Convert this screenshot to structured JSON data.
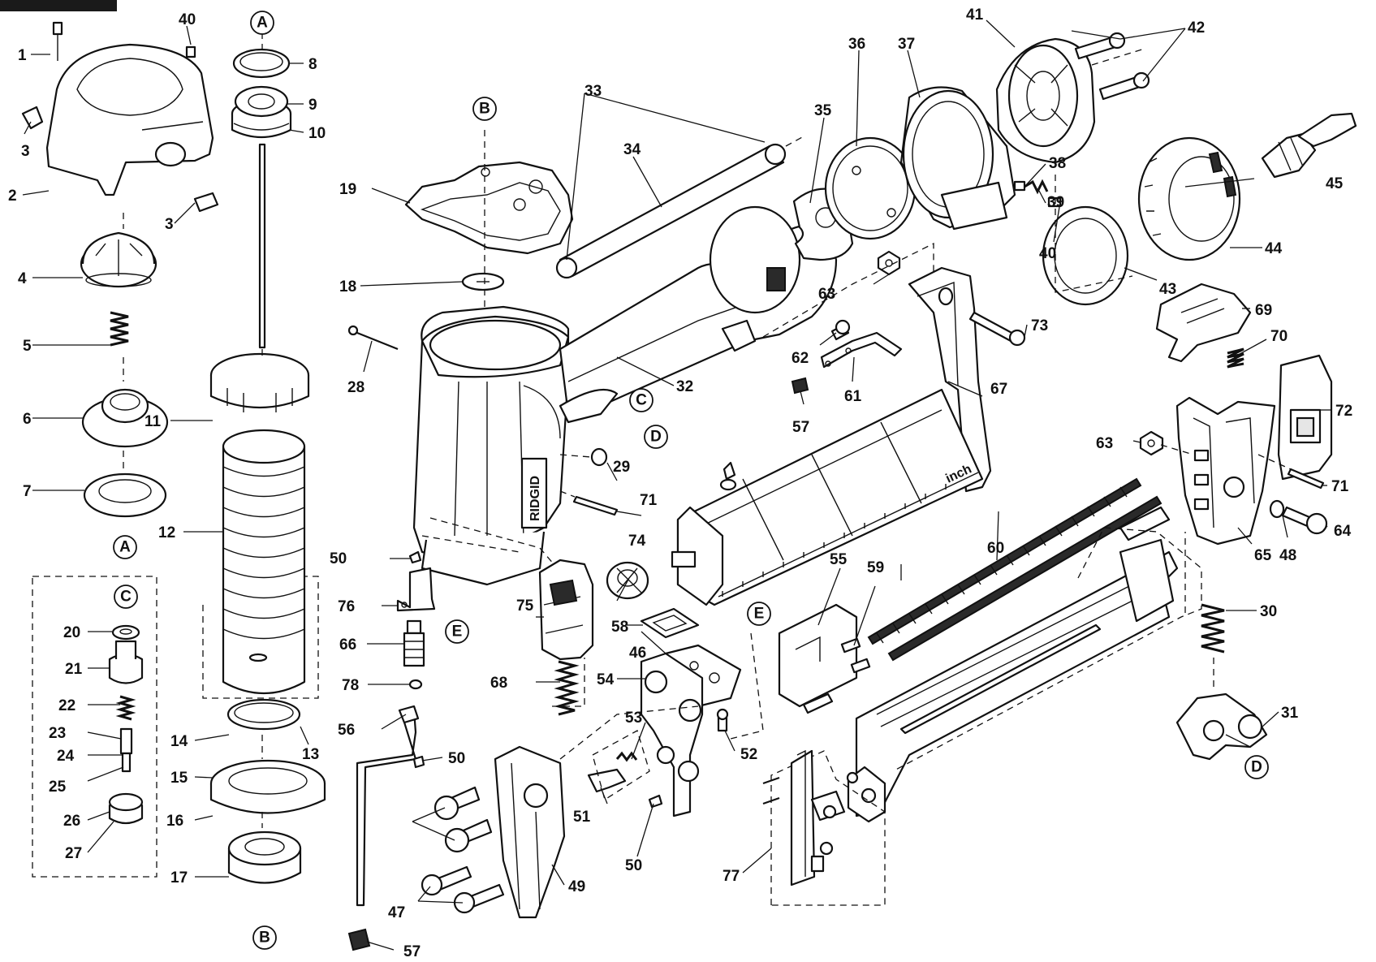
{
  "brand_label": "RIDGID",
  "ruler_unit": "inch",
  "reference_letters": [
    "A",
    "B",
    "C",
    "D",
    "E"
  ],
  "part_numbers": [
    "1",
    "2",
    "3",
    "4",
    "5",
    "6",
    "7",
    "8",
    "9",
    "10",
    "11",
    "12",
    "13",
    "14",
    "15",
    "16",
    "17",
    "18",
    "19",
    "20",
    "21",
    "22",
    "23",
    "24",
    "25",
    "26",
    "27",
    "28",
    "29",
    "30",
    "31",
    "32",
    "33",
    "34",
    "35",
    "36",
    "37",
    "38",
    "39",
    "40",
    "41",
    "42",
    "43",
    "44",
    "45",
    "46",
    "47",
    "48",
    "49",
    "50",
    "51",
    "52",
    "53",
    "54",
    "55",
    "56",
    "57",
    "58",
    "59",
    "60",
    "61",
    "62",
    "63",
    "64",
    "65",
    "66",
    "67",
    "68",
    "69",
    "70",
    "71",
    "72",
    "73",
    "74",
    "75",
    "76",
    "77",
    "78"
  ]
}
